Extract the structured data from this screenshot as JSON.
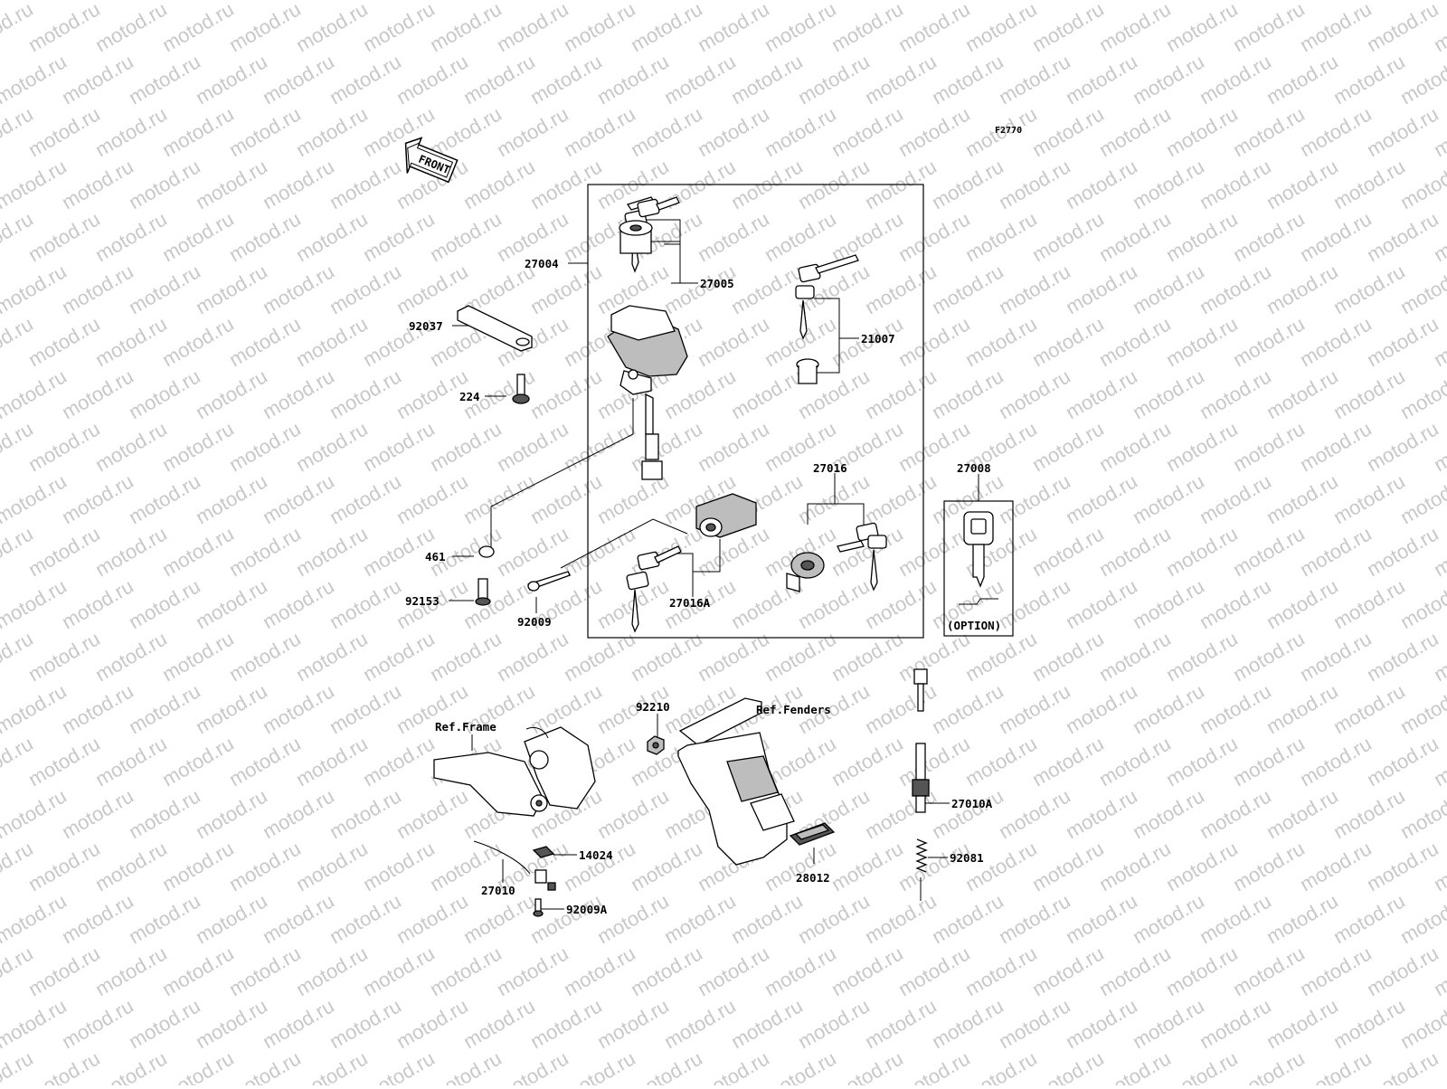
{
  "figure_code": "F2770",
  "front_label": "FRONT",
  "watermark": "motod.ru",
  "option_label": "(OPTION)",
  "refs": {
    "fenders": "Ref.Fenders",
    "frame": "Ref.Frame"
  },
  "parts": {
    "p27004": "27004",
    "p27005": "27005",
    "p92037": "92037",
    "p21007": "21007",
    "p224": "224",
    "p27016": "27016",
    "p27008": "27008",
    "p461": "461",
    "p92153": "92153",
    "p92009": "92009",
    "p27016A": "27016A",
    "p92210": "92210",
    "p27010A": "27010A",
    "p14024": "14024",
    "p28012": "28012",
    "p92081": "92081",
    "p27010": "27010",
    "p92009A": "92009A"
  }
}
